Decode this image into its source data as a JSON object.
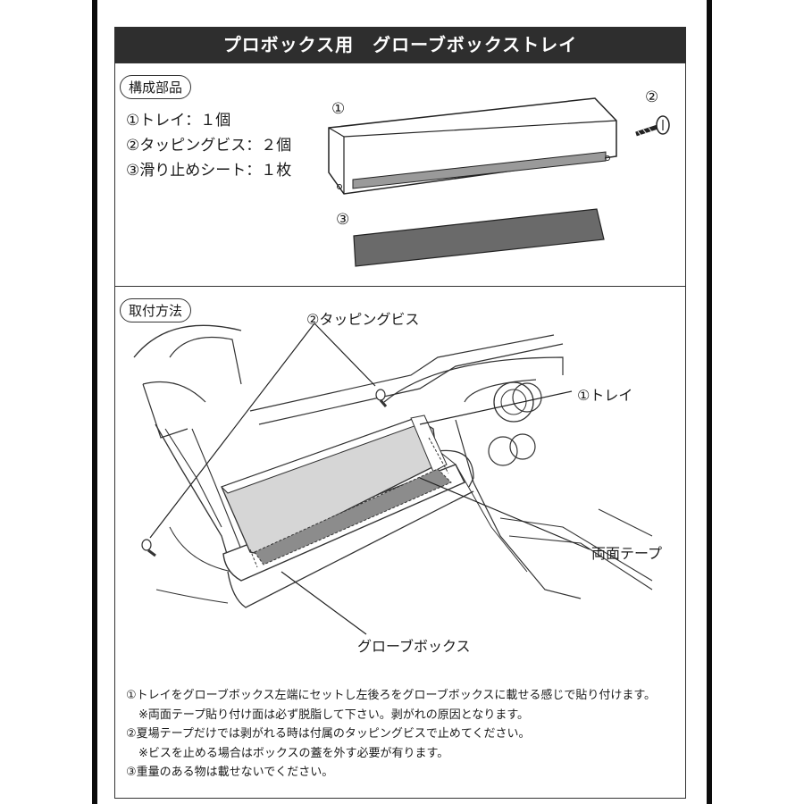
{
  "title": "プロボックス用　グローブボックストレイ",
  "parts_section": {
    "label": "構成部品",
    "items": [
      "①トレイ：１個",
      "②タッピングビス：２個",
      "③滑り止めシート：１枚"
    ],
    "figure_numbers": [
      "①",
      "②",
      "③"
    ]
  },
  "install_section": {
    "label": "取付方法",
    "callouts": {
      "screw": "②タッピングビス",
      "tray": "①トレイ",
      "tape": "両面テープ",
      "glovebox": "グローブボックス"
    }
  },
  "notes": [
    "①トレイをグローブボックス左端にセットし左後ろをグローブボックスに載せる感じで貼り付けます。",
    "※両面テープ貼り付け面は必ず脱脂して下さい。剥がれの原因となります。",
    "②夏場テープだけでは剥がれる時は付属のタッピングビスで止めてください。",
    "※ビスを止める場合はボックスの蓋を外す必要が有ります。",
    "③重量のある物は載せないでください。"
  ],
  "colors": {
    "title_bar": "#2e2e2e",
    "frame_bars": "#0c0c0c",
    "sheet_fill": "#6a6a6a"
  }
}
